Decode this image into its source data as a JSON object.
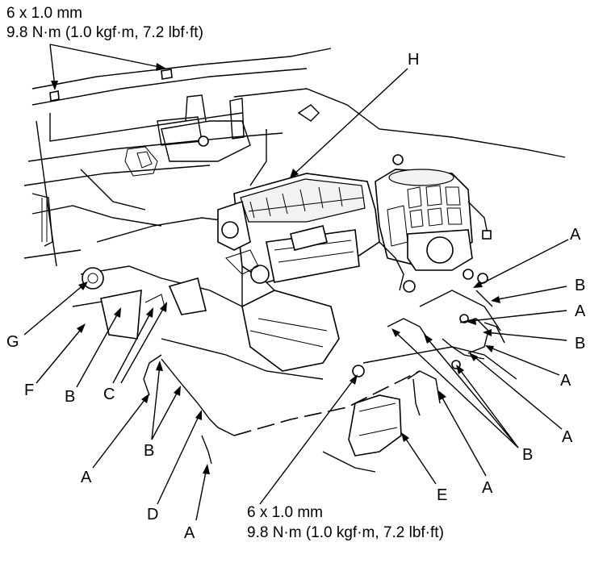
{
  "fasteners": {
    "top": {
      "size": "6 x 1.0 mm",
      "torque": "9.8 N·m (1.0 kgf·m, 7.2 lbf·ft)"
    },
    "bottom": {
      "size": "6 x 1.0 mm",
      "torque": "9.8 N·m (1.0 kgf·m, 7.2 lbf·ft)"
    }
  },
  "labels": {
    "H": "H",
    "G": "G",
    "F": "F",
    "B1": "B",
    "C": "C",
    "A1": "A",
    "B2": "B",
    "D": "D",
    "A2": "A",
    "E": "E",
    "A3": "A",
    "B3": "B",
    "A4": "A",
    "A5": "A",
    "B4": "B",
    "A6": "A",
    "B5": "B",
    "A7": "A"
  }
}
